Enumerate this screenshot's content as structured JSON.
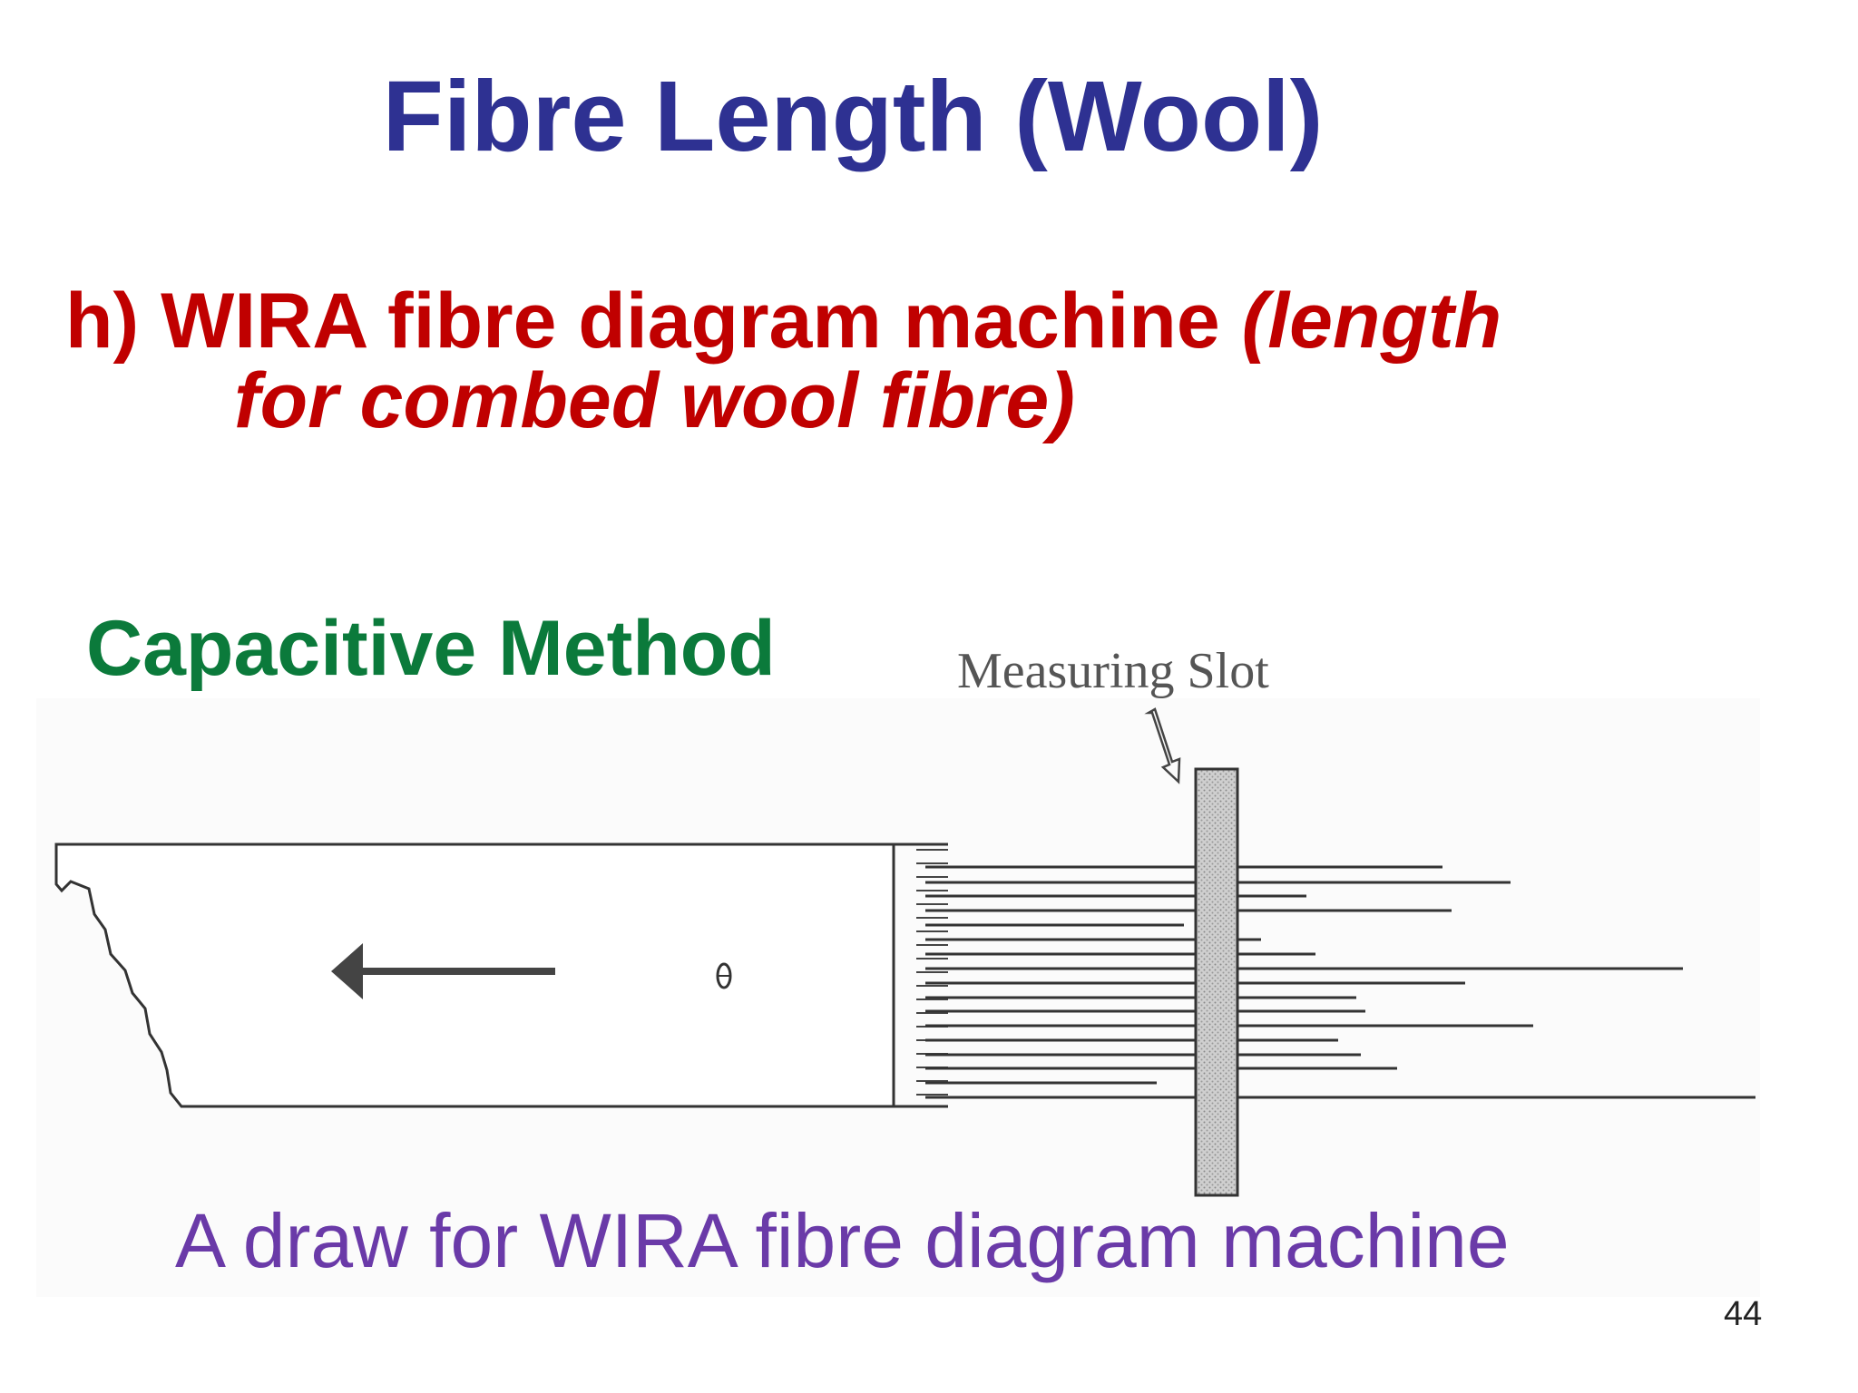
{
  "slide": {
    "title": "Fibre Length (Wool)",
    "subheading": {
      "prefix": "h) WIRA fibre diagram machine  ",
      "italic_part1": "(length",
      "italic_part2": "for combed wool fibre)"
    },
    "method_label": "Capacitive Method",
    "page_number": "44"
  },
  "diagram": {
    "slot_label": "Measuring Slot",
    "caption": "A draw for WIRA fibre diagram machine",
    "colors": {
      "title": "#2e3192",
      "subheading": "#c00000",
      "method": "#0b7a3b",
      "caption": "#6a3aa8",
      "line": "#333333",
      "slot_fill": "#c8c8c8"
    },
    "icons": [
      "left-arrow-icon",
      "pin-icon",
      "pointer-arrow-icon"
    ]
  }
}
